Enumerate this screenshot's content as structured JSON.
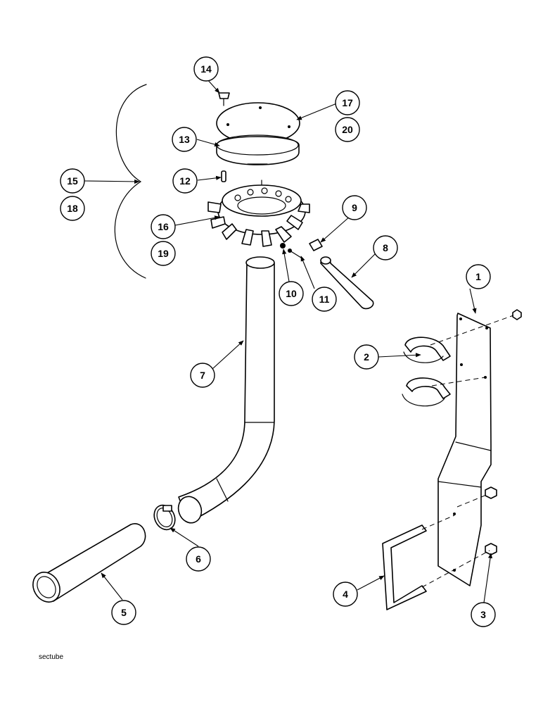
{
  "diagram": {
    "caption": "sectube",
    "callouts": [
      {
        "key": "c1",
        "label": "1"
      },
      {
        "key": "c2",
        "label": "2"
      },
      {
        "key": "c3",
        "label": "3"
      },
      {
        "key": "c4",
        "label": "4"
      },
      {
        "key": "c5",
        "label": "5"
      },
      {
        "key": "c6",
        "label": "6"
      },
      {
        "key": "c7",
        "label": "7"
      },
      {
        "key": "c8",
        "label": "8"
      },
      {
        "key": "c9",
        "label": "9"
      },
      {
        "key": "c10",
        "label": "10"
      },
      {
        "key": "c11",
        "label": "11"
      },
      {
        "key": "c12",
        "label": "12"
      },
      {
        "key": "c13",
        "label": "13"
      },
      {
        "key": "c14",
        "label": "14"
      },
      {
        "key": "c15",
        "label": "15"
      },
      {
        "key": "c16",
        "label": "16"
      },
      {
        "key": "c17",
        "label": "17"
      },
      {
        "key": "c18",
        "label": "18"
      },
      {
        "key": "c19",
        "label": "19"
      },
      {
        "key": "c20",
        "label": "20"
      }
    ]
  }
}
